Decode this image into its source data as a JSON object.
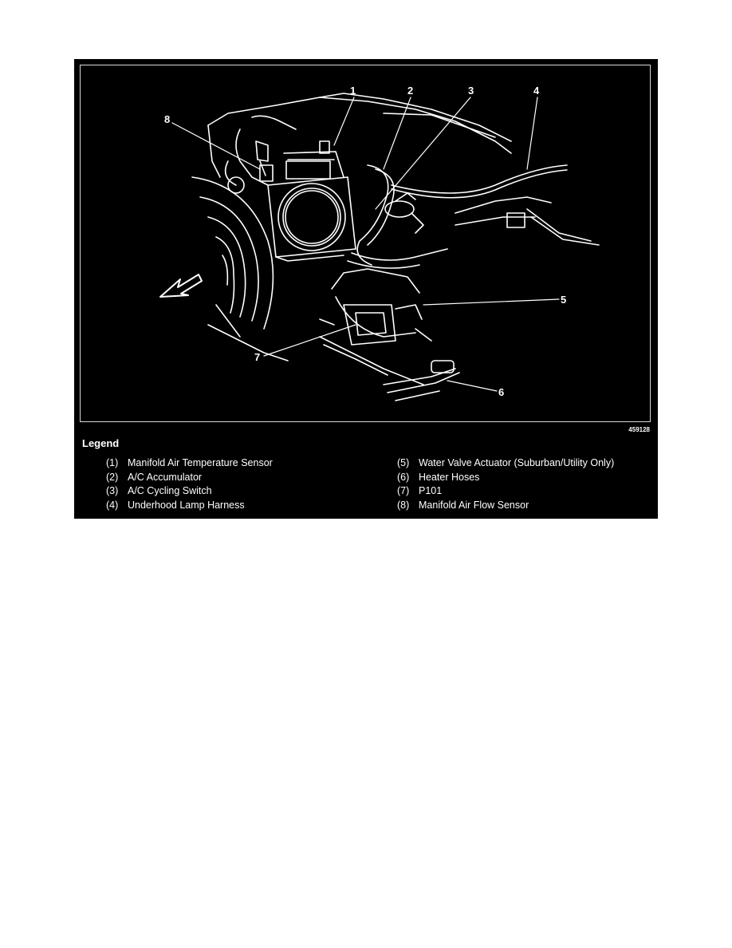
{
  "figure_code": "459128",
  "callouts": [
    "1",
    "2",
    "3",
    "4",
    "5",
    "6",
    "7",
    "8"
  ],
  "legend": {
    "title": "Legend",
    "items": [
      {
        "num": "(1)",
        "label": "Manifold Air Temperature Sensor"
      },
      {
        "num": "(2)",
        "label": "A/C Accumulator"
      },
      {
        "num": "(3)",
        "label": "A/C Cycling Switch"
      },
      {
        "num": "(4)",
        "label": "Underhood Lamp Harness"
      },
      {
        "num": "(5)",
        "label": "Water Valve Actuator (Suburban/Utility Only)"
      },
      {
        "num": "(6)",
        "label": "Heater Hoses"
      },
      {
        "num": "(7)",
        "label": "P101"
      },
      {
        "num": "(8)",
        "label": "Manifold Air Flow Sensor"
      }
    ]
  }
}
